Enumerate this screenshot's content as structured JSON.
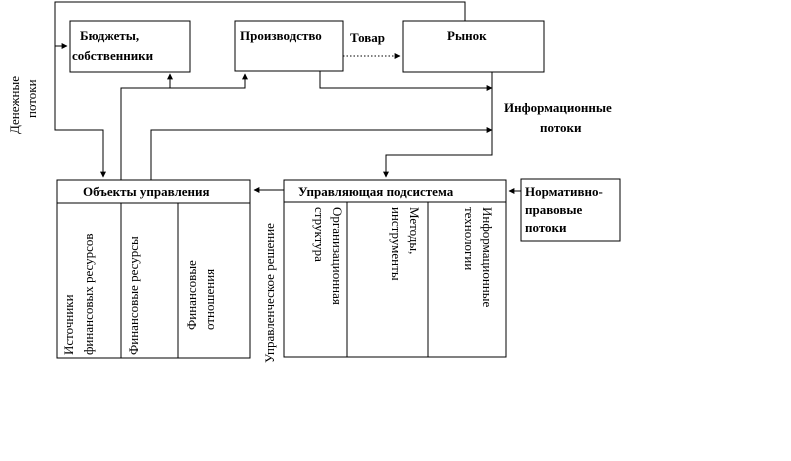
{
  "nodes": {
    "budgets": {
      "line1": "Бюджеты,",
      "line2": "собственники"
    },
    "production": {
      "label": "Производство"
    },
    "market": {
      "label": "Рынок"
    },
    "control_objects": {
      "title": "Объекты управления",
      "cols": [
        {
          "line1": "Источники",
          "line2": "финансовых ресурсов"
        },
        {
          "line1": "Финансовые ресурсы"
        },
        {
          "line1": "Финансовые",
          "line2": "отношения"
        }
      ]
    },
    "control_subsystem": {
      "title": "Управляющая подсистема",
      "cols": [
        {
          "line1": "Организационная",
          "line2": "структура"
        },
        {
          "line1": "Методы,",
          "line2": "инструменты"
        },
        {
          "line1": "Информационные",
          "line2": "технологии"
        }
      ]
    },
    "normative": {
      "line1": "Нормативно-",
      "line2": "правовые",
      "line3": "потоки"
    }
  },
  "labels": {
    "goods": "Товар",
    "info_flows_line1": "Информационные",
    "info_flows_line2": "потоки",
    "money_flows_line1": "Денежные",
    "money_flows_line2": "потоки",
    "management_decision": "Управленческое решение"
  }
}
